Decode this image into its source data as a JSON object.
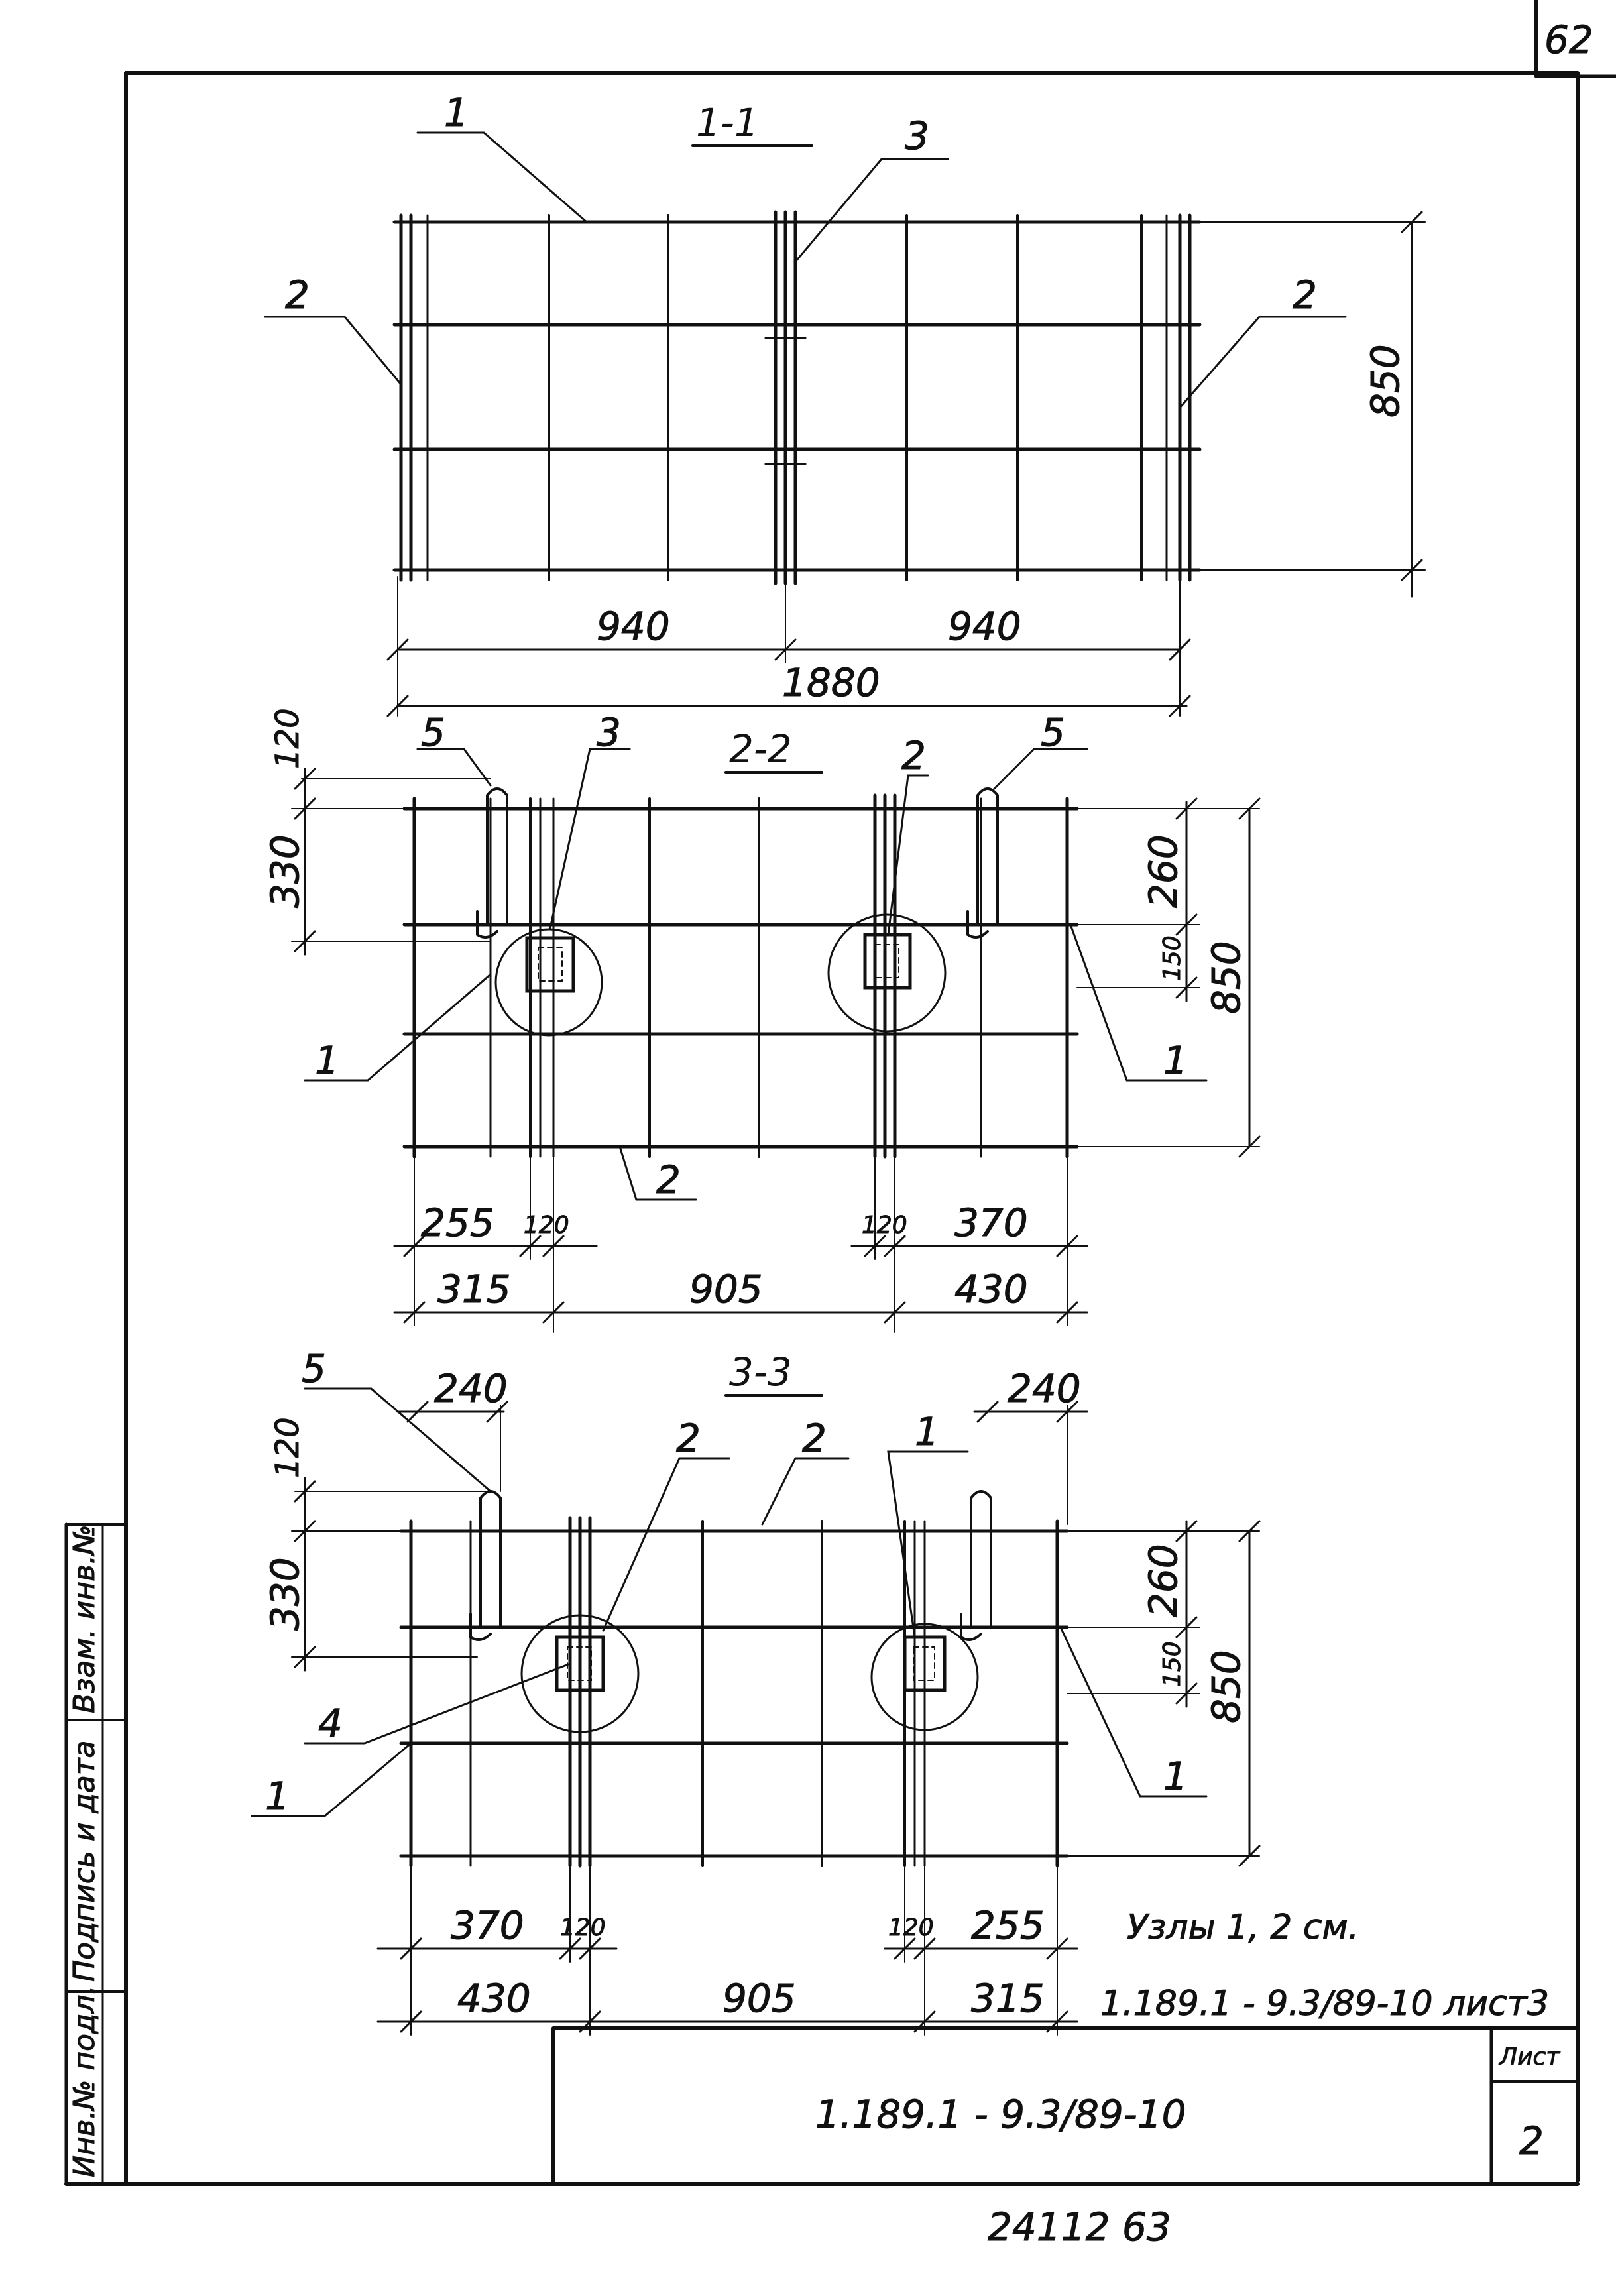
{
  "drawing": {
    "sheet_corner_number": "62",
    "bottom_code": "24112  63",
    "title_block": {
      "code": "1.189.1 - 9.3/89-10",
      "sheet_label": "Лист",
      "sheet_number": "2"
    },
    "left_strip": {
      "col1": "Инв.№ подл.",
      "col2": "Подпись и дата",
      "col3": "Взам. инв.№"
    },
    "note": {
      "line1": "Узлы  1, 2  см.",
      "line2": "1.189.1 - 9.3/89-10 лист3"
    }
  },
  "section_1": {
    "title": "1-1",
    "callouts": [
      "1",
      "3",
      "2",
      "2"
    ],
    "dims": {
      "left_half": "940",
      "right_half": "940",
      "total": "1880",
      "height": "850"
    }
  },
  "section_2": {
    "title": "2-2",
    "callouts": [
      "5",
      "3",
      "2",
      "5",
      "1",
      "1",
      "2"
    ],
    "dims": {
      "top_left_120": "120",
      "left_330": "330",
      "right_260": "260",
      "right_150": "150",
      "right_850": "850",
      "b1_255": "255",
      "b1_120a": "120",
      "b1_120b": "120",
      "b1_370": "370",
      "b2_315": "315",
      "b2_905": "905",
      "b2_430": "430"
    }
  },
  "section_3": {
    "title": "3-3",
    "callouts": [
      "5",
      "2",
      "2",
      "1",
      "4",
      "1",
      "1"
    ],
    "dims": {
      "top_240a": "240",
      "top_240b": "240",
      "top_left_120": "120",
      "left_330": "330",
      "right_260": "260",
      "right_150": "150",
      "right_850": "850",
      "b1_370": "370",
      "b1_120a": "120",
      "b1_120b": "120",
      "b1_255": "255",
      "b2_430": "430",
      "b2_905": "905",
      "b2_315": "315"
    }
  }
}
